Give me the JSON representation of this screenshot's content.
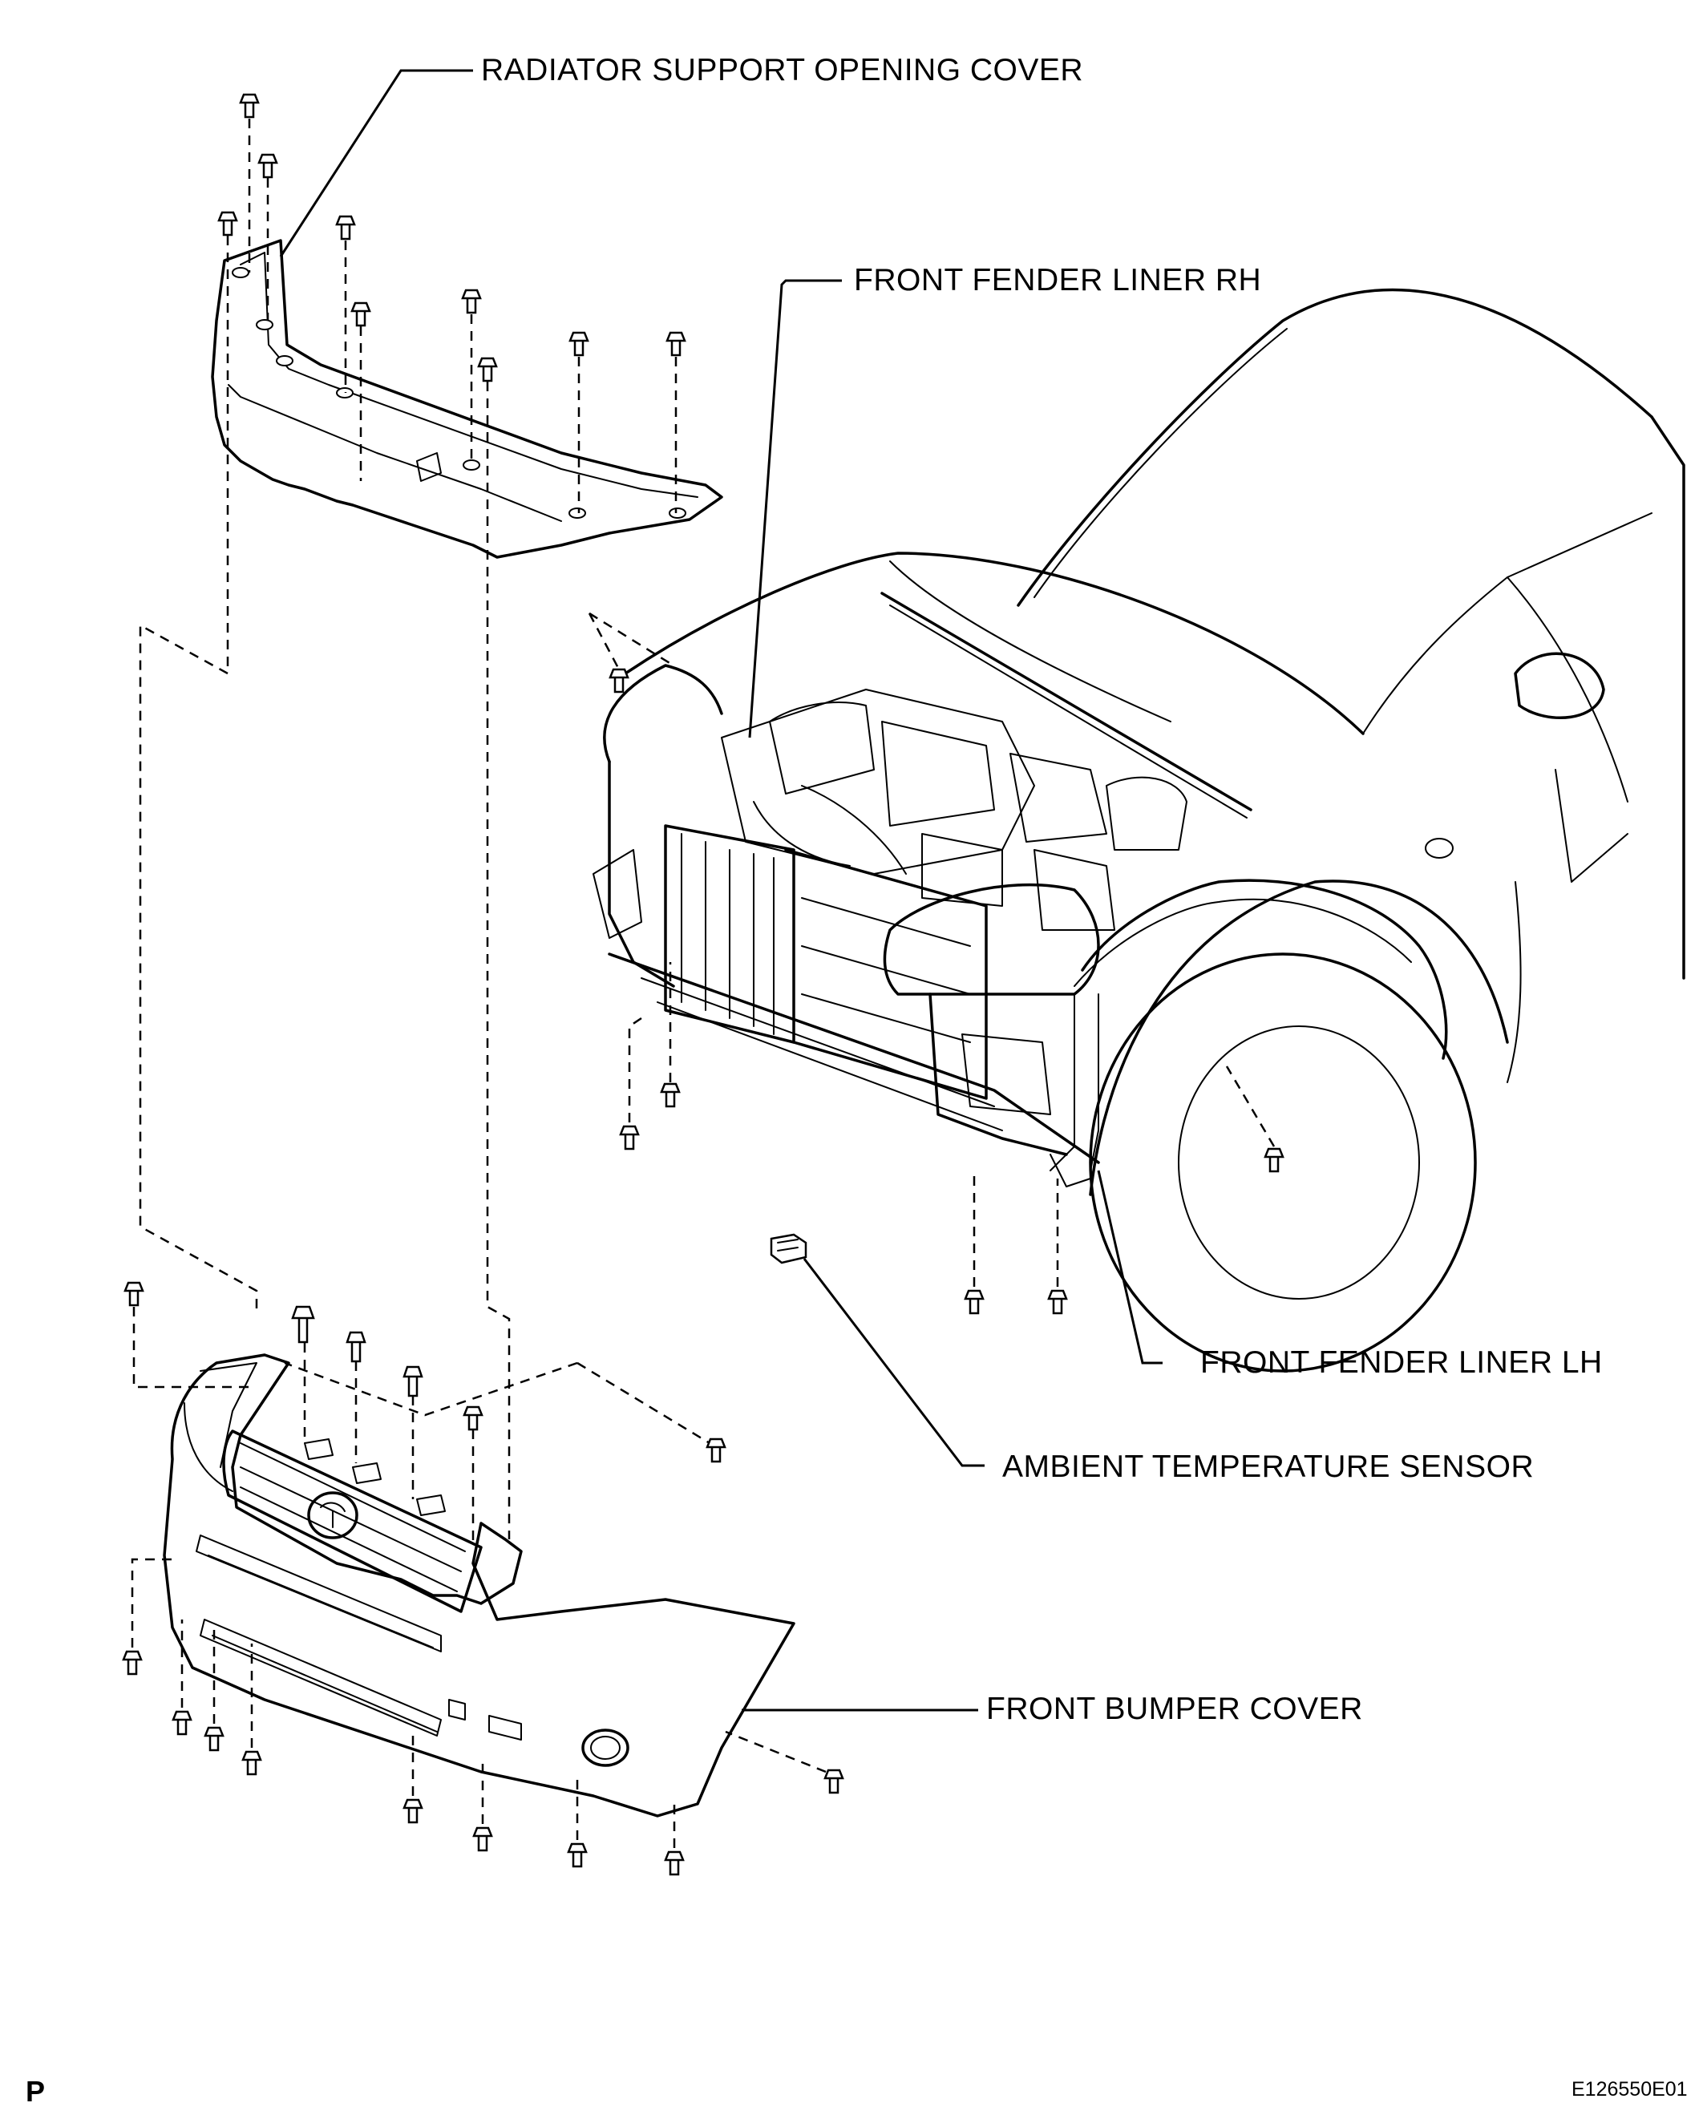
{
  "labels": {
    "radiator_support_opening_cover": "RADIATOR SUPPORT OPENING COVER",
    "front_fender_liner_rh": "FRONT FENDER LINER RH",
    "front_fender_liner_lh": "FRONT FENDER LINER LH",
    "ambient_temperature_sensor": "AMBIENT TEMPERATURE SENSOR",
    "front_bumper_cover": "FRONT BUMPER COVER"
  },
  "corner_mark": "P",
  "figure_code": "E126550E01"
}
